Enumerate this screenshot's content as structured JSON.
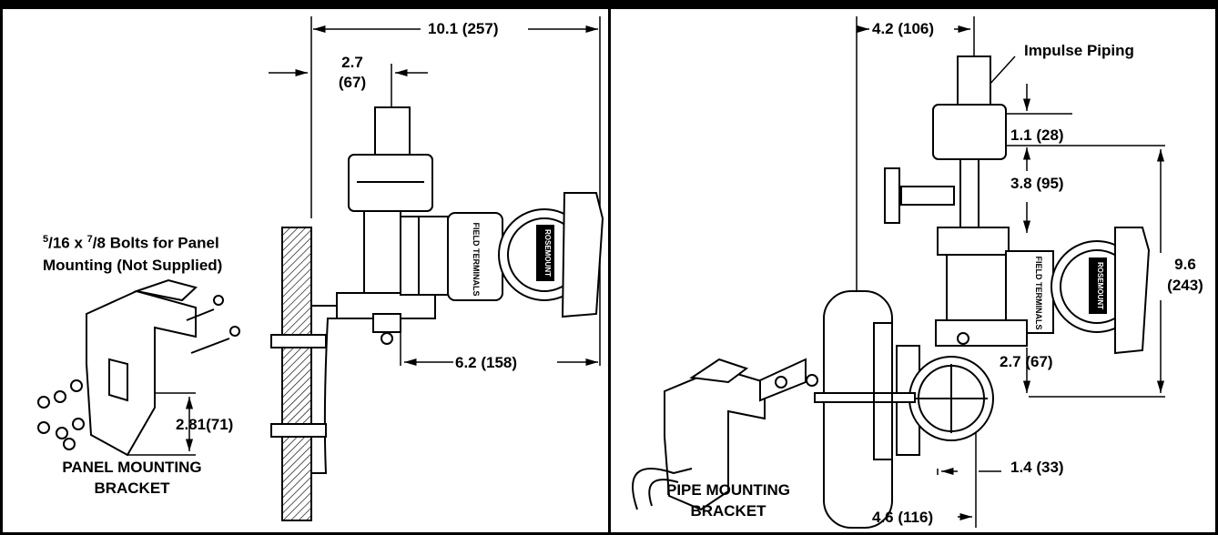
{
  "left_panel": {
    "dim_overall_width": "10.1 (257)",
    "dim_offset_top": "2.7",
    "dim_offset_top_mm": "(67)",
    "dim_bracket_depth": "6.2 (158)",
    "dim_bracket_height": "2.81(71)",
    "bolts_num": "5",
    "bolts_mid1": "/16 x ",
    "bolts_num2": "7",
    "bolts_mid2": "/8 Bolts for Panel",
    "bolts_line2": "Mounting (Not Supplied)",
    "title_line1": "PANEL MOUNTING",
    "title_line2": "BRACKET",
    "terminal_label": "FIELD TERMINALS",
    "brand_label": "ROSEMOUNT"
  },
  "right_panel": {
    "dim_top": "4.2 (106)",
    "impulse_label": "Impulse Piping",
    "dim_flange": "1.1 (28)",
    "dim_manifold": "3.8 (95)",
    "dim_height": "9.6",
    "dim_height_mm": "(243)",
    "dim_pipe_offset": "2.7 (67)",
    "dim_pipe_radius": "1.4 (33)",
    "dim_bottom": "4.6 (116)",
    "title_line1": "PIPE MOUNTING",
    "title_line2": "BRACKET",
    "terminal_label": "FIELD TERMINALS",
    "brand_label": "ROSEMOUNT"
  }
}
